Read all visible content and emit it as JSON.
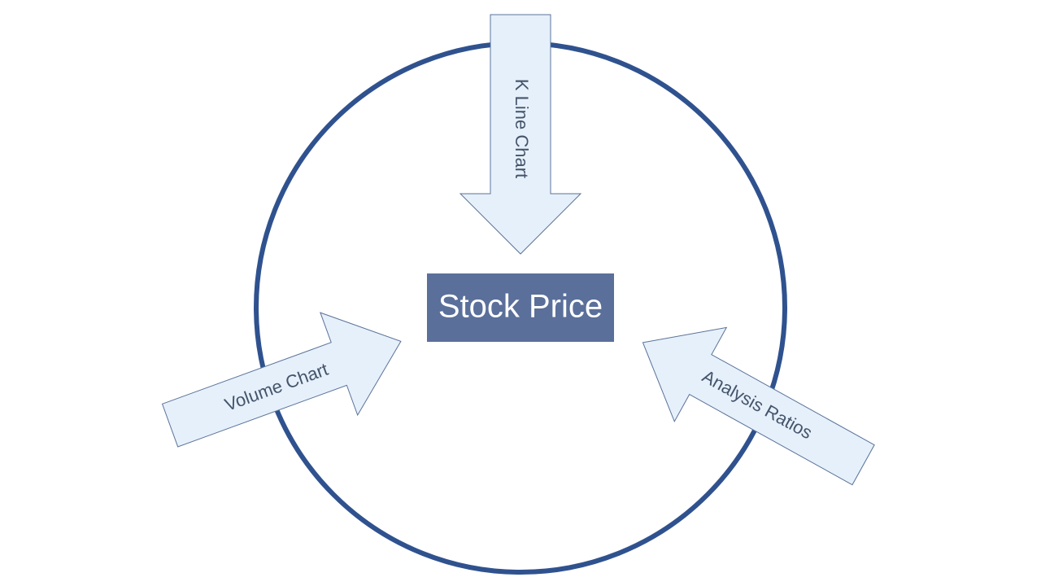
{
  "diagram": {
    "center": {
      "label": "Stock Price"
    },
    "inputs": [
      {
        "label": "K Line Chart"
      },
      {
        "label": "Volume Chart"
      },
      {
        "label": "Analysis Ratios"
      }
    ]
  },
  "colors": {
    "ring": "#2f528f",
    "arrow_fill": "#e6f0fb",
    "arrow_stroke": "#5a7398",
    "arrow_text": "#44546a",
    "center_fill": "#5a6f9a",
    "center_text": "#ffffff"
  }
}
